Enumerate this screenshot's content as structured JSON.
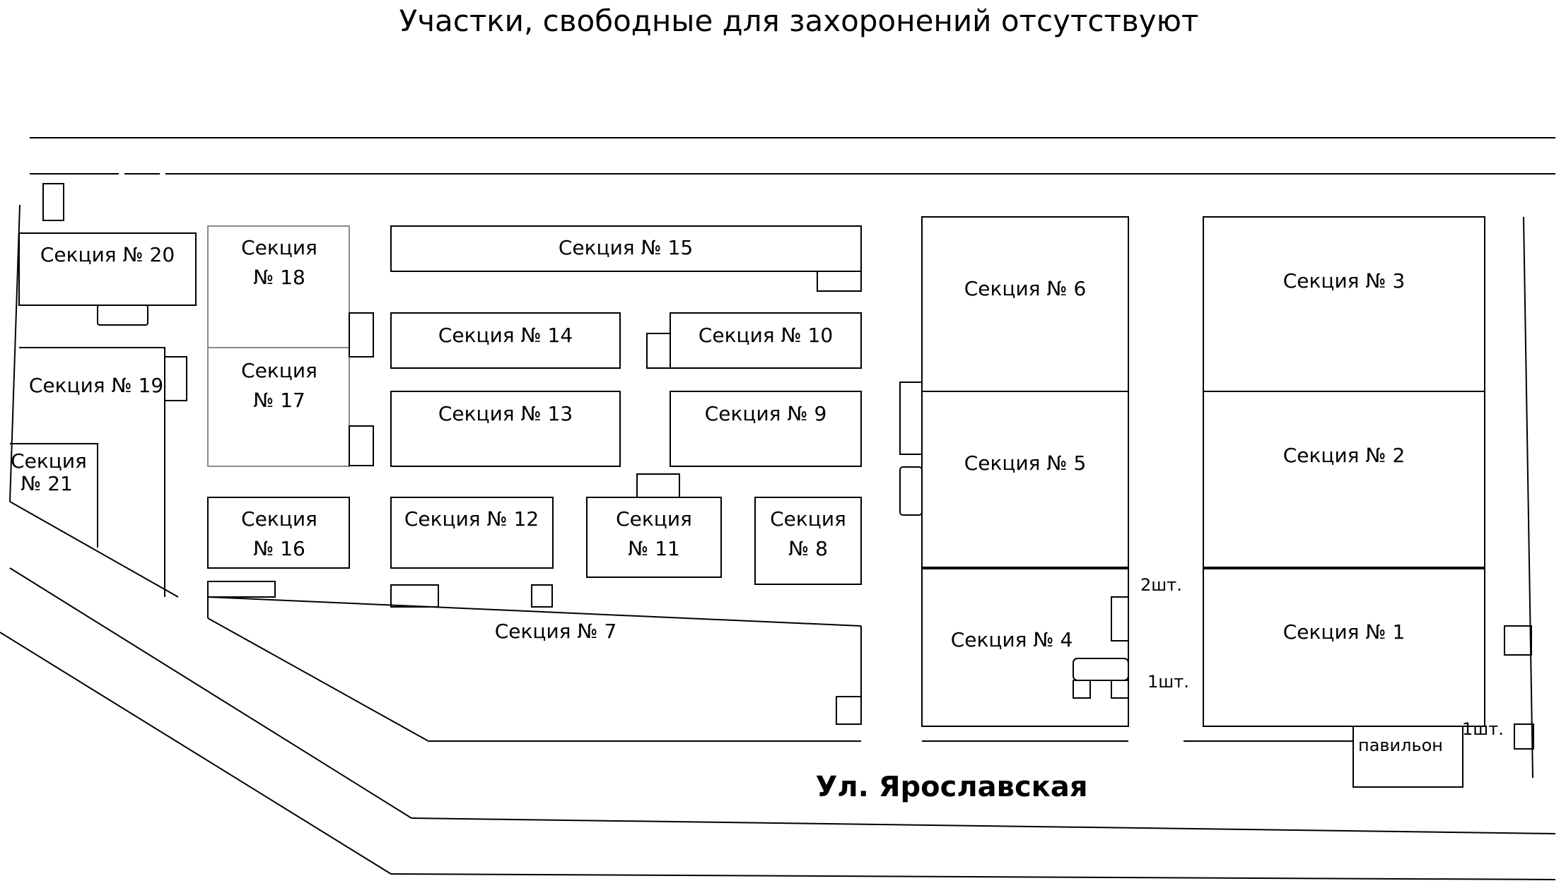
{
  "title": "Участки, свободные для захоронений  отсутствуют",
  "street": "Ул. Ярославская",
  "sections": {
    "s1": "Секция № 1",
    "s2": "Секция № 2",
    "s3": "Секция № 3",
    "s4": "Секция № 4",
    "s5": "Секция № 5",
    "s6": "Секция № 6",
    "s7": "Секция № 7",
    "s8a": "Секция",
    "s8b": "№ 8",
    "s9": "Секция № 9",
    "s10": "Секция № 10",
    "s11a": "Секция",
    "s11b": "№ 11",
    "s12": "Секция № 12",
    "s13": "Секция № 13",
    "s14": "Секция № 14",
    "s15": "Секция № 15",
    "s16a": "Секция",
    "s16b": "№ 16",
    "s17a": "Секция",
    "s17b": "№ 17",
    "s18a": "Секция",
    "s18b": "№ 18",
    "s19": "Секция № 19",
    "s20": "Секция № 20",
    "s21a": "Секция",
    "s21b": "№ 21"
  },
  "annotations": {
    "two": "2шт.",
    "one_a": "1шт.",
    "one_b": "1шт.",
    "pavilion": "павильон"
  }
}
